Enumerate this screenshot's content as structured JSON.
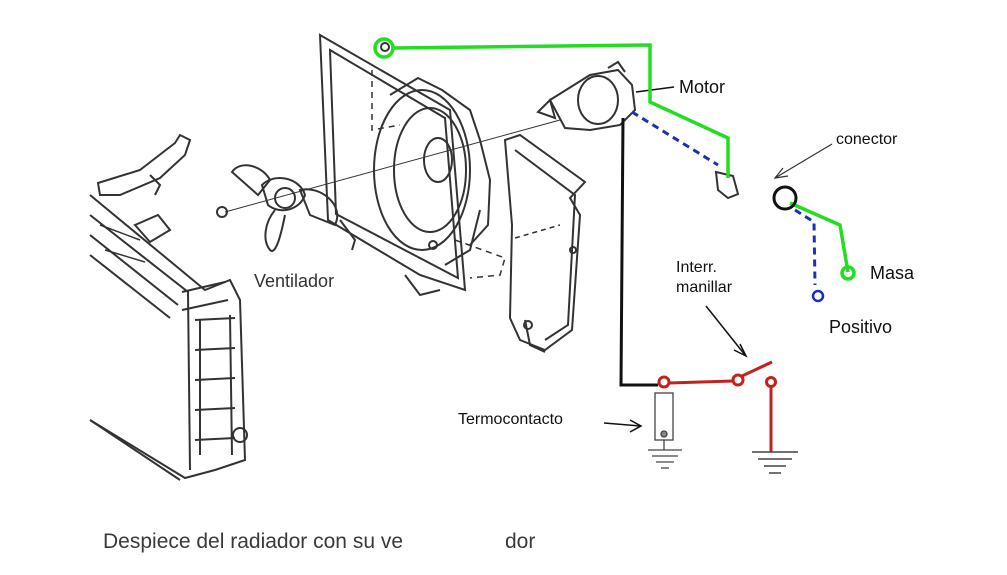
{
  "labels": {
    "motor": "Motor",
    "conector": "conector",
    "masa": "Masa",
    "positivo": "Positivo",
    "interr_line1": "Interr.",
    "interr_line2": "manillar",
    "termocontacto": "Termocontacto",
    "ventilador": "Ventilador",
    "caption": "Despiece del radiador con su ve",
    "caption_tail": "dor"
  },
  "colors": {
    "ground_wire": "#22dd22",
    "positive_wire": "#1c2fb8",
    "switch_wire": "#c0221e",
    "signal_wire": "#111111",
    "drawing_line": "#333333"
  }
}
